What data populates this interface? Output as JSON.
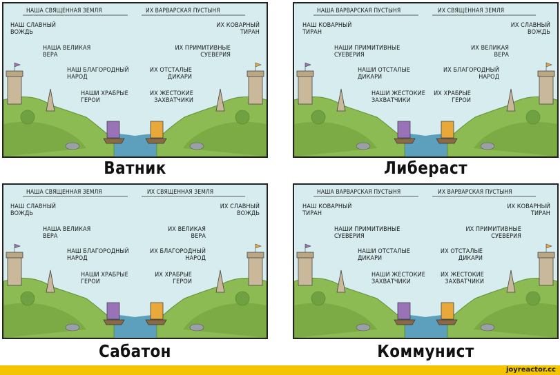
{
  "colors": {
    "sky": "#d6ecef",
    "hill": "#8dbb53",
    "hill_dark": "#5f8f2f",
    "water": "#5da0bd",
    "sail_left": "#9a72b8",
    "sail_right": "#e9a93a",
    "footer": "#f5c400"
  },
  "panels": [
    {
      "caption": "Ватник",
      "left_header": "Наша священная земля",
      "right_header": "Их варварская пустыня",
      "left_labels": [
        "Наш славный\nвождь",
        "Наша великая\nвера",
        "Наш благородный\nнарод",
        "Наши храбрые\nгерои"
      ],
      "right_labels": [
        "Их коварный\nтиран",
        "Их примитивные\nсуеверия",
        "Их отсталые\nдикари",
        "Их жестокие\nзахватчики"
      ]
    },
    {
      "caption": "Либераст",
      "left_header": "Наша варварская пустыня",
      "right_header": "Их священная земля",
      "left_labels": [
        "Наш коварный\nтиран",
        "Наши примитивные\nсуеверия",
        "Наши отсталые\nдикари",
        "Наши жестокие\nзахватчики"
      ],
      "right_labels": [
        "Их славный\nвождь",
        "Их великая\nвера",
        "Их благородный\nнарод",
        "Их храбрые\nгерои"
      ]
    },
    {
      "caption": "Сабатон",
      "left_header": "Наша священная земля",
      "right_header": "Их священная земля",
      "left_labels": [
        "Наш славный\nвождь",
        "Наша великая\nвера",
        "Наш благородный\nнарод",
        "Наши храбрые\nгерои"
      ],
      "right_labels": [
        "Их славный\nвождь",
        "Их великая\nвера",
        "Их благородный\nнарод",
        "Их храбрые\nгерои"
      ]
    },
    {
      "caption": "Коммунист",
      "left_header": "Наша варварская пустыня",
      "right_header": "Их варварская пустыня",
      "left_labels": [
        "Наш коварный\nтиран",
        "Наши примитивные\nсуеверия",
        "Наши отсталые\nдикари",
        "Наши жестокие\nзахватчики"
      ],
      "right_labels": [
        "Их коварный\nтиран",
        "Их примитивные\nсуеверия",
        "Их отсталые\nдикари",
        "Их жестокие\nзахватчики"
      ]
    }
  ],
  "footer": {
    "site": "joyreactor.cc"
  }
}
